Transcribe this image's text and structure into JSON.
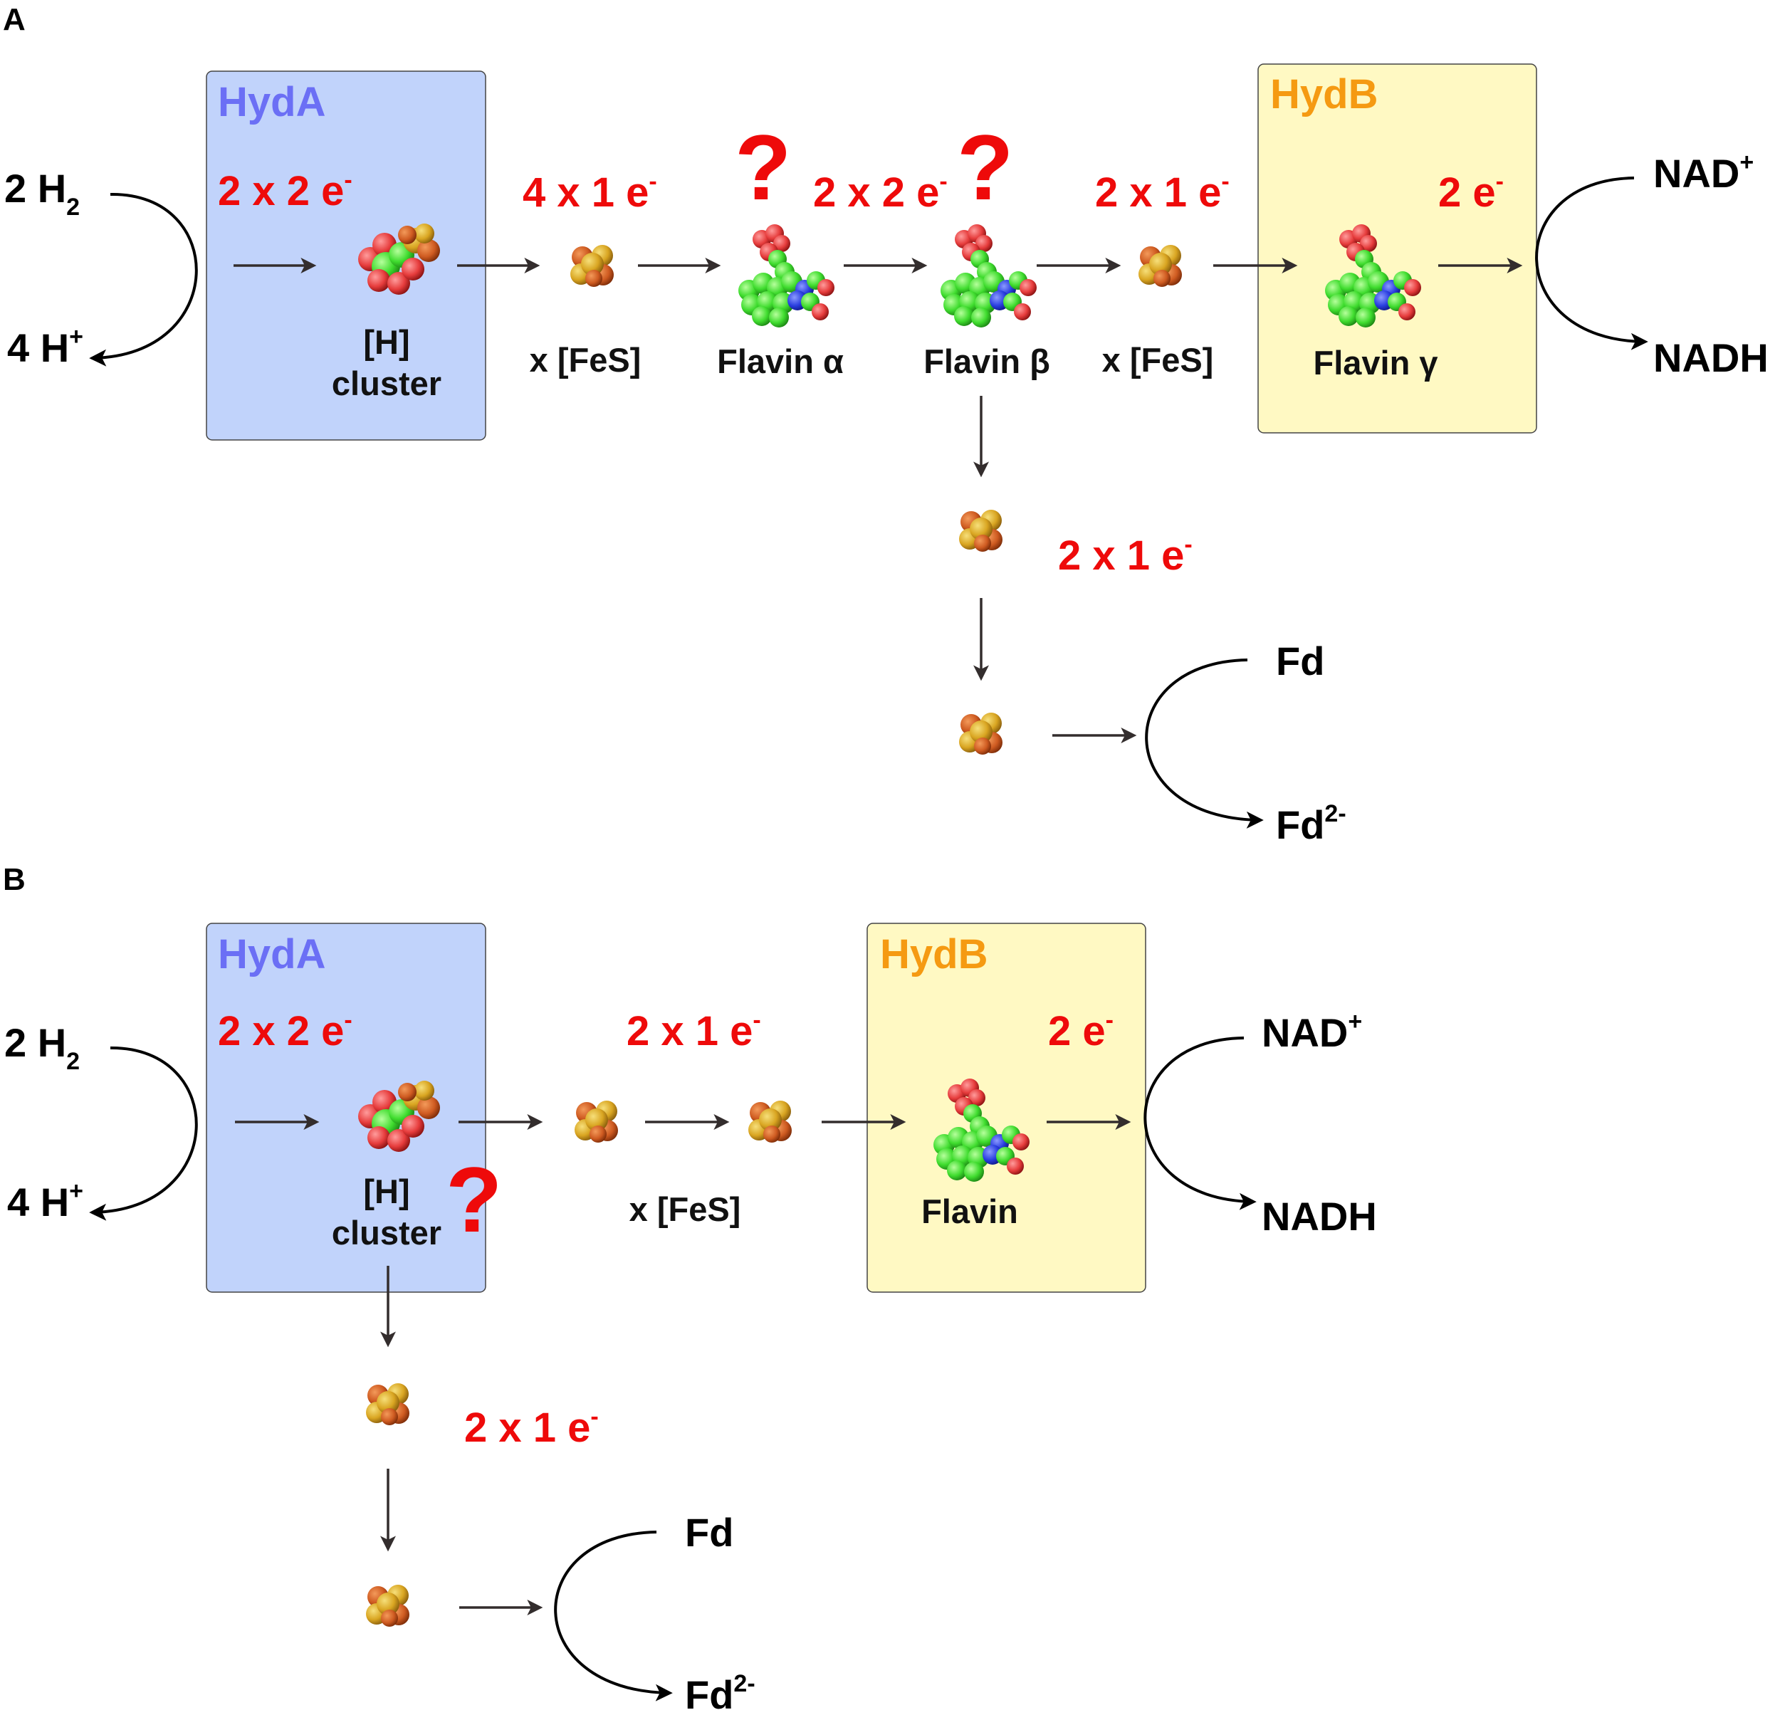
{
  "panel_a": {
    "label": "A",
    "hyda_title": "HydA",
    "hydb_title": "HydB",
    "h2": "2 H",
    "h2_sub": "2",
    "hplus": "4 H",
    "hplus_sup": "+",
    "e_hyda": "2 x 2 e",
    "e_fes1": "4 x 1 e",
    "e_flavin": "2 x 2 e",
    "e_fes2": "2 x 1 e",
    "e_hydb": "2 e",
    "e_branch": "2 x 1 e",
    "e_sup": "-",
    "h_cluster_line1": "[H]",
    "h_cluster_line2": "cluster",
    "fes1_label": "x [FeS]",
    "flavin_alpha": "Flavin α",
    "flavin_beta": "Flavin β",
    "fes2_label": "x [FeS]",
    "flavin_gamma": "Flavin γ",
    "nad": "NAD",
    "nad_sup": "+",
    "nadh": "NADH",
    "fd": "Fd",
    "fd2": "Fd",
    "fd2_sup": "2-",
    "question_1": "?",
    "question_2": "?"
  },
  "panel_b": {
    "label": "B",
    "hyda_title": "HydA",
    "hydb_title": "HydB",
    "h2": "2 H",
    "h2_sub": "2",
    "hplus": "4 H",
    "hplus_sup": "+",
    "e_hyda": "2 x 2 e",
    "e_fes": "2 x 1 e",
    "e_hydb": "2 e",
    "e_branch": "2 x 1 e",
    "e_sup": "-",
    "h_cluster_line1": "[H]",
    "h_cluster_line2": "cluster",
    "fes_label": "x [FeS]",
    "flavin": "Flavin",
    "nad": "NAD",
    "nad_sup": "+",
    "nadh": "NADH",
    "fd": "Fd",
    "fd2": "Fd",
    "fd2_sup": "2-",
    "question": "?"
  },
  "colors": {
    "hyda_box": "#c1d3fb",
    "hydb_box": "#fff9c3",
    "electron_text": "#ee0a0a",
    "iron": "#d9a521",
    "sulfur": "#e8c63a",
    "carbon": "#3fdc2e",
    "oxygen": "#e63c3c",
    "nitrogen": "#2a3fe0"
  },
  "icons": {
    "fes_cluster": "iron-sulfur-cluster-icon",
    "h_cluster": "h-cluster-icon",
    "flavin": "flavin-molecule-icon"
  }
}
